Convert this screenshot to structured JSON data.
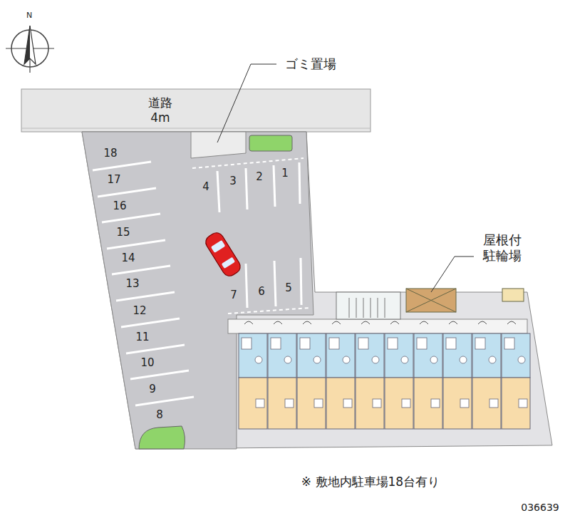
{
  "diagram": {
    "caption": "※ 敷地内駐車場18台有り",
    "nodes": [
      {
        "text": [
          "道路 4m"
        ]
      }
    ],
    "edges": [],
    "labels": [
      "N",
      "ゴミ置場",
      "屋根付 駐輪場",
      "1",
      "2",
      "3",
      "4",
      "5",
      "6",
      "7",
      "8",
      "9",
      "10",
      "11",
      "12",
      "13",
      "14",
      "15",
      "16",
      "17",
      "18",
      "036639"
    ]
  }
}
